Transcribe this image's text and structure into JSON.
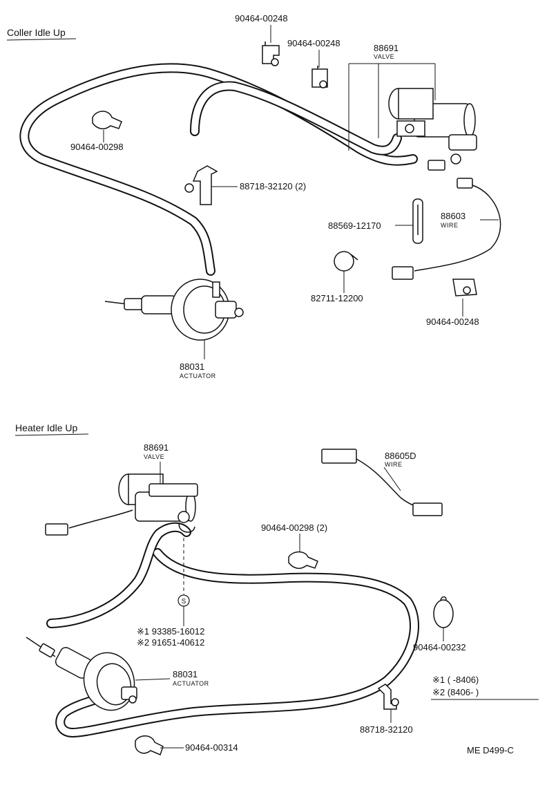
{
  "sections": {
    "cooler_title": "Coller Idle Up",
    "heater_title": "Heater Idle Up"
  },
  "cooler_parts": {
    "clip_top_1": "90464-00248",
    "clip_top_2": "90464-00248",
    "valve_number": "88691",
    "valve_name": "VALVE",
    "clip_left": "90464-00298",
    "bracket": "88718-32120 (2)",
    "wire_number": "88603",
    "wire_name": "WIRE",
    "strap": "88569-12170",
    "hose_clamp": "82711-12200",
    "clip_right": "90464-00248",
    "actuator_number": "88031",
    "actuator_name": "ACTUATOR"
  },
  "heater_parts": {
    "valve_number": "88691",
    "valve_name": "VALVE",
    "wire_number": "88605D",
    "wire_name": "WIRE",
    "clip_mid": "90464-00298 (2)",
    "s_part_1": "※1 93385-16012",
    "s_part_2": "※2 91651-40612",
    "grommet": "90464-00232",
    "actuator_number": "88031",
    "actuator_name": "ACTUATOR",
    "bracket": "88718-32120",
    "clip_bottom": "90464-00314",
    "s_marker": "S"
  },
  "footnotes": {
    "note_1": "※1 (      -8406)",
    "note_2": "※2 (8406-       )"
  },
  "diagram_code": "ME D499-C"
}
